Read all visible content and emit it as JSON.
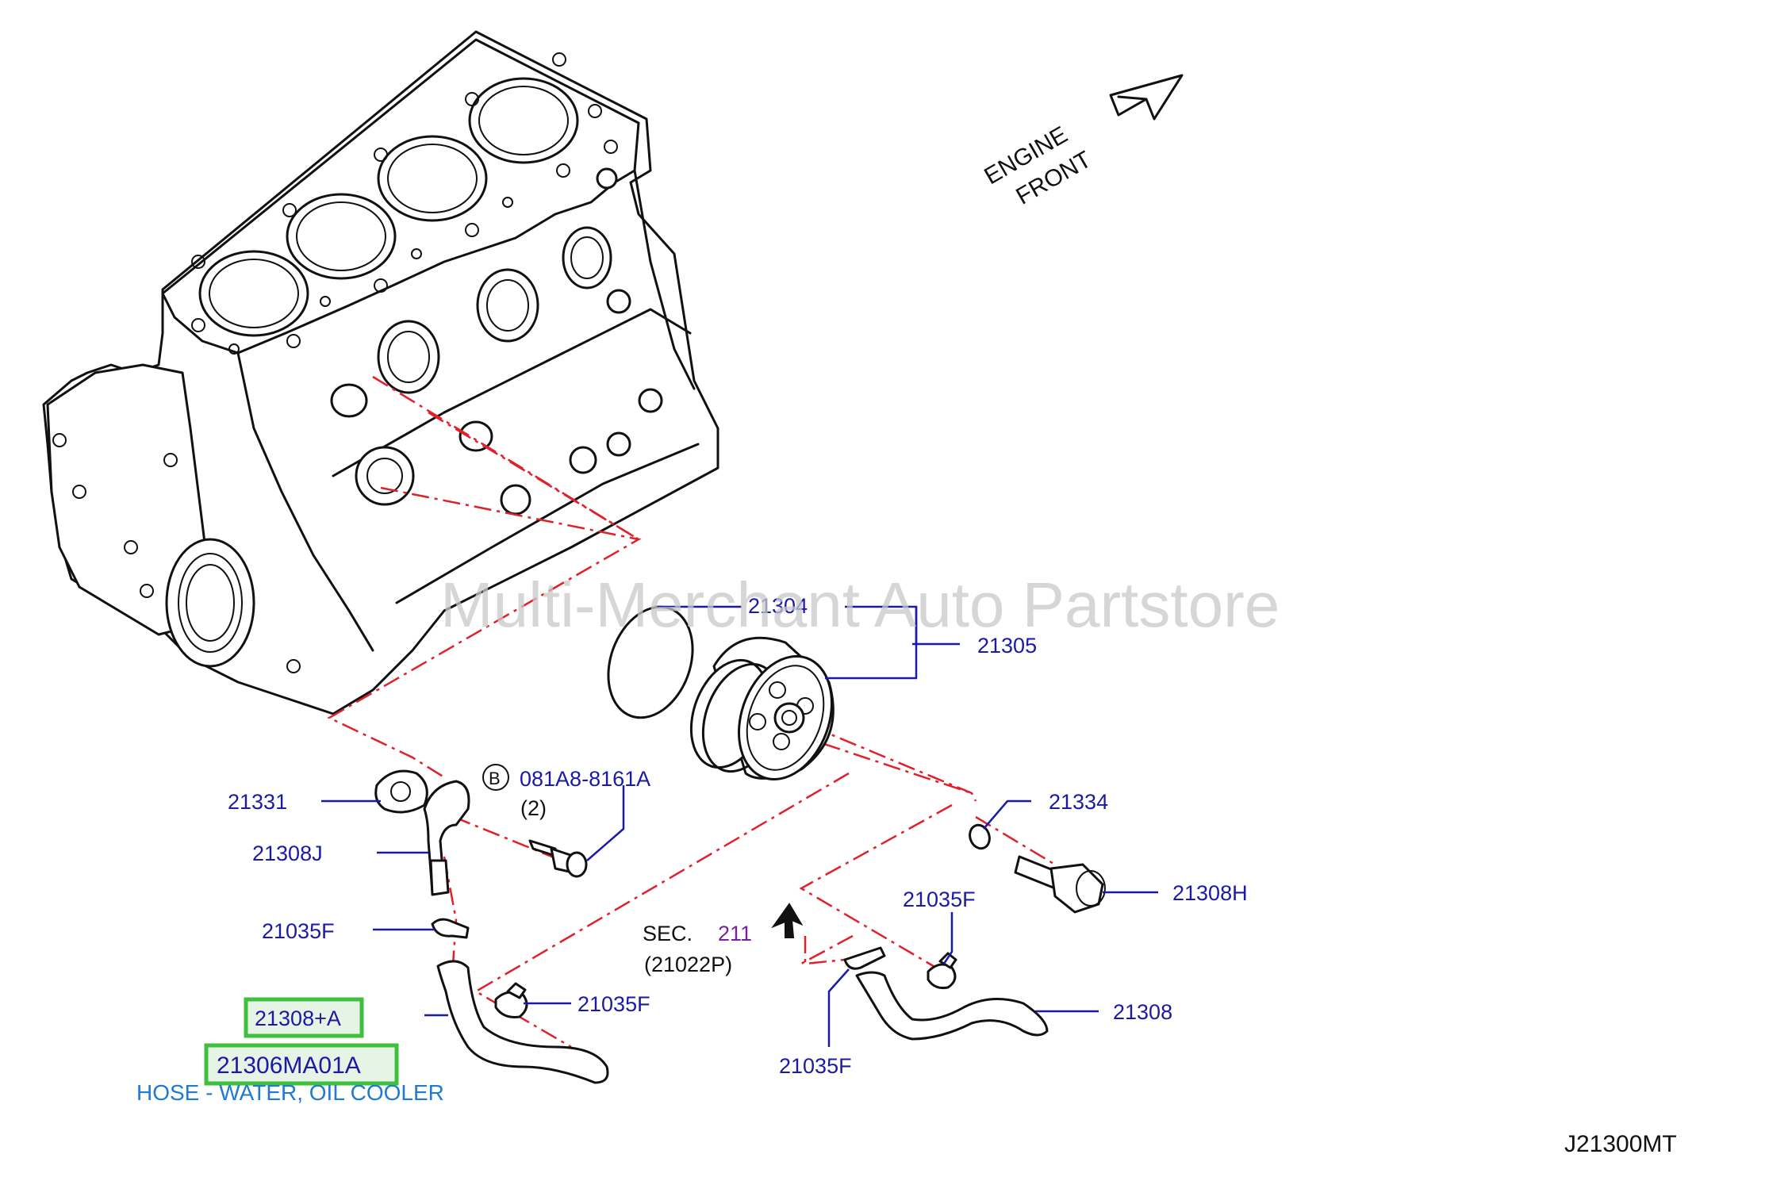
{
  "watermark": "Multi-Merchant Auto Partstore",
  "orientation": {
    "line1": "ENGINE",
    "line2": "FRONT"
  },
  "diagram_code": "J21300MT",
  "callouts": {
    "p21304": "21304",
    "p21305": "21305",
    "p21331": "21331",
    "p081A8": "081A8-8161A",
    "p081A8_qty": "(2)",
    "bolt_ref_circle": "B",
    "p21334": "21334",
    "p21308J": "21308J",
    "p21035F_a": "21035F",
    "p21035F_b": "21035F",
    "p21035F_c": "21035F",
    "p21035F_d": "21035F",
    "p21308H": "21308H",
    "p21308": "21308",
    "sec_prefix": "SEC.",
    "sec_num": "211",
    "sec_part": "(21022P)"
  },
  "highlighted": {
    "box1": "21308+A",
    "box2": "21306MA01A",
    "description": "HOSE - WATER, OIL COOLER"
  },
  "colors": {
    "part_number": "#1a1aa6",
    "section_number": "#7a1fa3",
    "highlight_border": "#3fbf3f",
    "highlight_fill": "#e6f4e6",
    "description": "#1e7ad6",
    "phantom_line": "#e0202a",
    "watermark": "#c8c8c8"
  }
}
